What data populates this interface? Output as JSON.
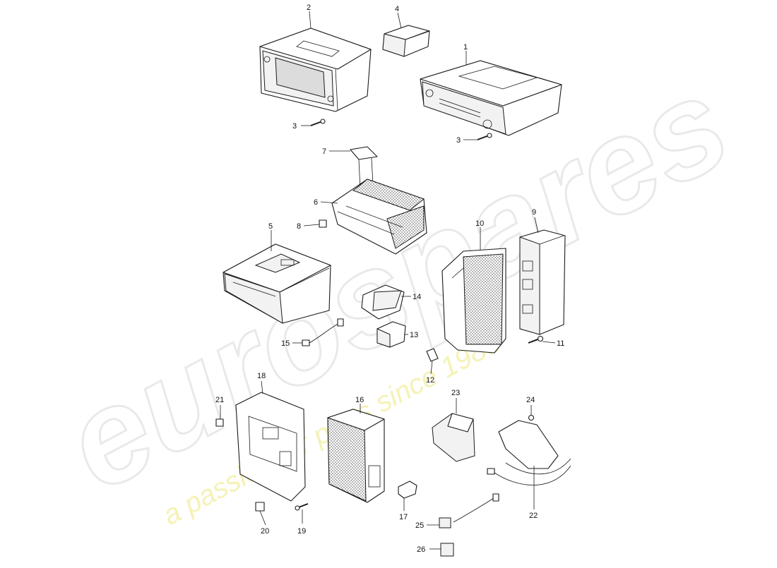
{
  "watermark": {
    "brand": "eurospares",
    "tagline": "a passion for parts since 1985",
    "tagline_color": "#f3f0a6",
    "brand_stroke_color": "#e9e9e9"
  },
  "callouts": [
    "1",
    "2",
    "3",
    "3",
    "4",
    "5",
    "6",
    "7",
    "8",
    "9",
    "10",
    "11",
    "12",
    "13",
    "14",
    "15",
    "16",
    "17",
    "18",
    "19",
    "20",
    "21",
    "22",
    "23",
    "24",
    "25",
    "26"
  ]
}
